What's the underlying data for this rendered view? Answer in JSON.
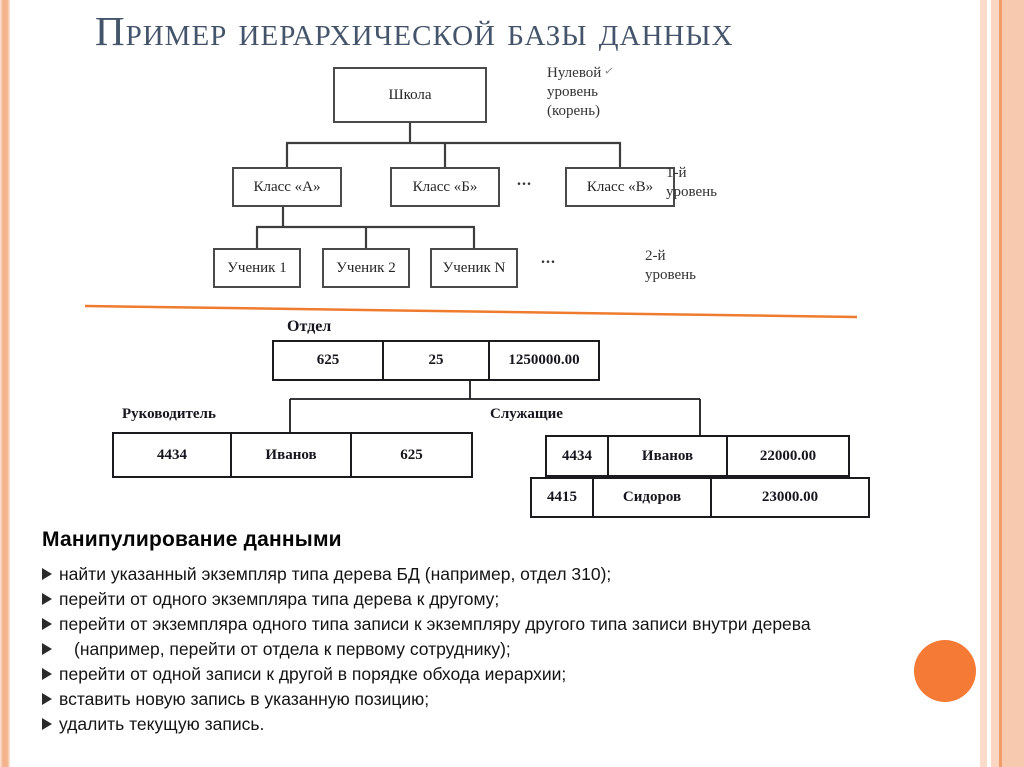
{
  "page": {
    "title": "Пример иерархической базы данных"
  },
  "tree": {
    "root": "Школа",
    "level0_label_lines": [
      "Нулевой",
      "уровень",
      "(корень)"
    ],
    "stray_mark": "✓",
    "level1_nodes": [
      "Класс «А»",
      "Класс «Б»",
      "Класс «В»"
    ],
    "level1_ellipsis": "...",
    "level1_label_lines": [
      "1-й",
      "уровень"
    ],
    "level2_nodes": [
      "Ученик 1",
      "Ученик 2",
      "Ученик N"
    ],
    "level2_ellipsis": "...",
    "level2_label_lines": [
      "2-й",
      "уровень"
    ]
  },
  "dept": {
    "dept_label": "Отдел",
    "dept_record": [
      "625",
      "25",
      "1250000.00"
    ],
    "manager_label": "Руководитель",
    "manager_record": [
      "4434",
      "Иванов",
      "625"
    ],
    "employees_label": "Служащие",
    "employee_records": [
      [
        "4434",
        "Иванов",
        "22000.00"
      ],
      [
        "4415",
        "Сидоров",
        "23000.00"
      ]
    ]
  },
  "manipulation": {
    "heading": "Манипулирование данными",
    "bullet_icon": "arrowhead-right",
    "items": [
      "найти указанный экземпляр типа дерева БД (например, отдел 310);",
      "перейти от одного экземпляра типа дерева к другому;",
      "перейти от экземпляра одного типа записи к экземпляру другого типа записи внутри дерева",
      "(например, перейти от отдела к первому сотруднику);",
      "перейти от одной записи к другой в порядке обхода иерархии;",
      "вставить новую запись в указанную позицию;",
      "удалить текущую запись."
    ]
  },
  "colors": {
    "accent_orange": "#EF7B2E",
    "circle_orange": "#F47A36",
    "title_color": "#44546A"
  }
}
